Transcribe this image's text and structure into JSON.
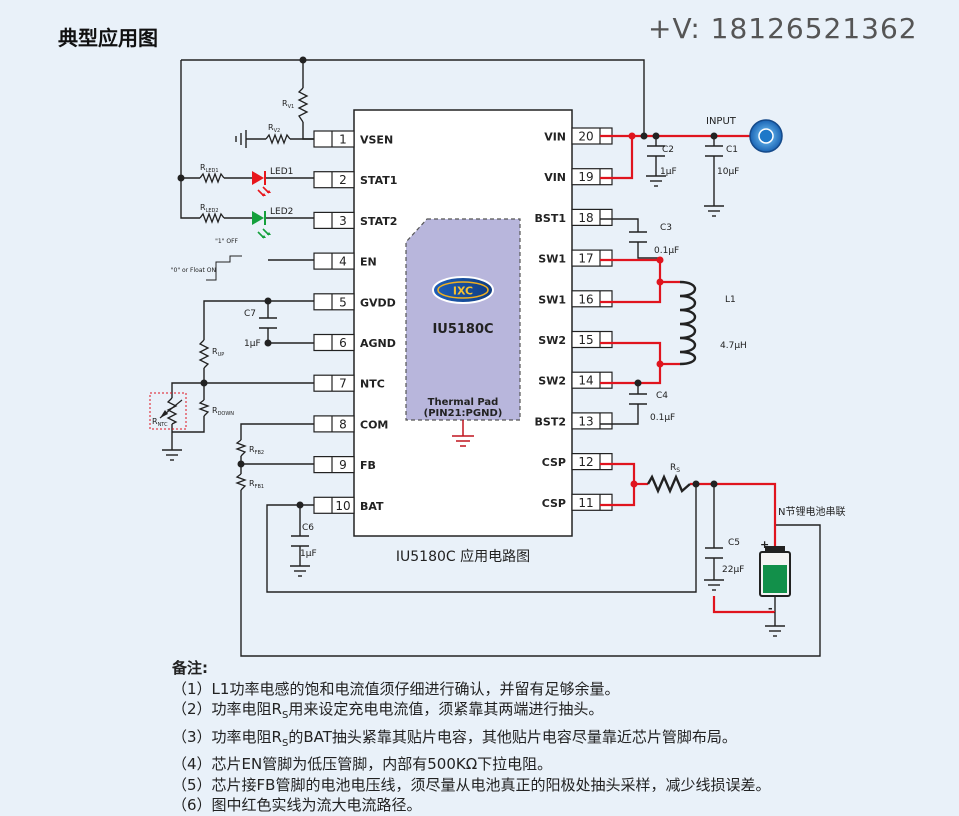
{
  "title": "典型应用图",
  "contact": "+V: 18126521362",
  "chip": {
    "name": "IU5180C",
    "logo_text": "IXC",
    "pad_line1": "Thermal Pad",
    "pad_line2": "(PIN21:PGND)",
    "caption": "IU5180C 应用电路图",
    "left_pins": [
      {
        "num": "1",
        "name": "VSEN"
      },
      {
        "num": "2",
        "name": "STAT1"
      },
      {
        "num": "3",
        "name": "STAT2"
      },
      {
        "num": "4",
        "name": "EN"
      },
      {
        "num": "5",
        "name": "GVDD"
      },
      {
        "num": "6",
        "name": "AGND"
      },
      {
        "num": "7",
        "name": "NTC"
      },
      {
        "num": "8",
        "name": "COM"
      },
      {
        "num": "9",
        "name": "FB"
      },
      {
        "num": "10",
        "name": "BAT"
      }
    ],
    "right_pins": [
      {
        "num": "20",
        "name": "VIN"
      },
      {
        "num": "19",
        "name": "VIN"
      },
      {
        "num": "18",
        "name": "BST1"
      },
      {
        "num": "17",
        "name": "SW1"
      },
      {
        "num": "16",
        "name": "SW1"
      },
      {
        "num": "15",
        "name": "SW2"
      },
      {
        "num": "14",
        "name": "SW2"
      },
      {
        "num": "13",
        "name": "BST2"
      },
      {
        "num": "12",
        "name": "CSP"
      },
      {
        "num": "11",
        "name": "CSP"
      }
    ]
  },
  "labels": {
    "rv1": "R",
    "rv1_sub": "V1",
    "rv2": "R",
    "rv2_sub": "V2",
    "rled1": "R",
    "rled1_sub": "LED1",
    "rled2": "R",
    "rled2_sub": "LED2",
    "led1": "LED1",
    "led2": "LED2",
    "en_on": "\"1\" OFF",
    "en_off": "\"0\" or Float ON",
    "c7": "C7",
    "c7_val": "1μF",
    "rup": "R",
    "rup_sub": "UP",
    "rdown": "R",
    "rdown_sub": "DOWN",
    "rntc": "R",
    "rntc_sub": "NTC",
    "rfb2": "R",
    "rfb2_sub": "FB2",
    "rfb1": "R",
    "rfb1_sub": "FB1",
    "c6": "C6",
    "c6_val": "1μF",
    "input": "INPUT",
    "c2": "C2",
    "c2_val": "1μF",
    "c1": "C1",
    "c1_val": "10μF",
    "c3": "C3",
    "c3_val": "0.1μF",
    "l1": "L1",
    "l1_val": "4.7μH",
    "c4": "C4",
    "c4_val": "0.1μF",
    "rs": "R",
    "rs_sub": "S",
    "battery": "N节锂电池串联",
    "c5": "C5",
    "c5_val": "22μF",
    "plus": "+",
    "minus": "-"
  },
  "notes": {
    "heading": "备注:",
    "items": [
      [
        "（1）L1功率电感的饱和电流值须仔细进行确认，并留有足够余量。"
      ],
      [
        "（2）功率电阻R",
        "S",
        "用来设定充电电流值，须紧靠其两端进行抽头。"
      ],
      [
        "（3）功率电阻R",
        "S",
        "的BAT抽头紧靠其贴片电容，其他贴片电容尽量靠近芯片管脚布局。"
      ],
      [
        "（4）芯片EN管脚为低压管脚，内部有500KΩ下拉电阻。"
      ],
      [
        "（5）芯片接FB管脚的电池电压线，须尽量从电池真正的阳极处抽头采样，减少线损误差。"
      ],
      [
        "（6）图中红色实线为流大电流路径。"
      ]
    ]
  },
  "colors": {
    "wire": "#222222",
    "power": "#e0141e",
    "chip_fill": "#ffffff",
    "pad_fill": "#b8b6dc",
    "pad_border": "#5a5a8a",
    "led_red": "#e8161c",
    "led_green": "#14a03c",
    "input_blue": "#1e78c8",
    "battery_green": "#12904a"
  }
}
